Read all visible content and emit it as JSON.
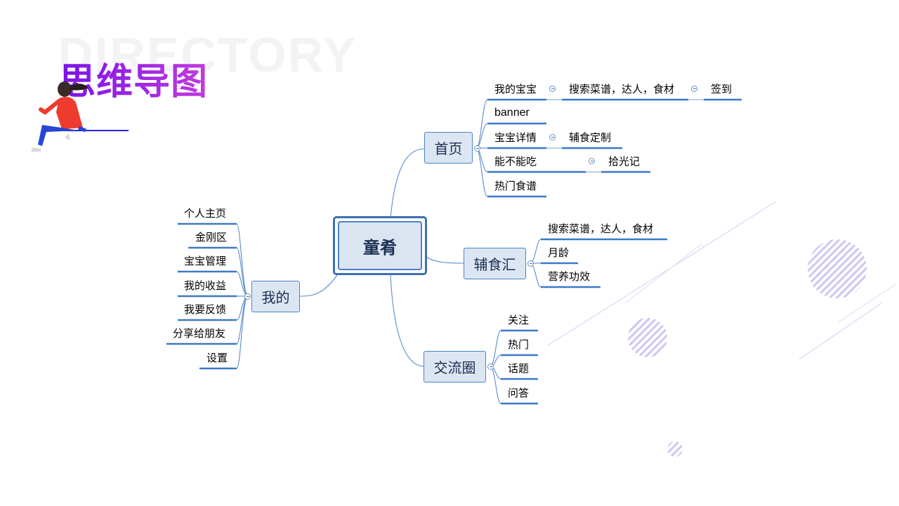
{
  "watermark": "DIRECTORY",
  "title": "思维导图",
  "central": "童肴",
  "branches": {
    "home": {
      "label": "首页",
      "items": [
        "我的宝宝",
        "banner",
        "宝宝详情",
        "能不能吃",
        "热门食谱"
      ],
      "sub_search": "搜索菜谱，达人，食材",
      "sub_signin": "签到",
      "sub_feeding": "辅食定制",
      "sub_memo": "拾光记"
    },
    "food": {
      "label": "辅食汇",
      "items": [
        "搜索菜谱，达人，食材",
        "月龄",
        "营养功效"
      ]
    },
    "circle": {
      "label": "交流圈",
      "items": [
        "关注",
        "热门",
        "话题",
        "问答"
      ]
    },
    "mine": {
      "label": "我的",
      "items": [
        "个人主页",
        "金刚区",
        "宝宝管理",
        "我的收益",
        "我要反馈",
        "分享给朋友",
        "设置"
      ]
    }
  },
  "colors": {
    "accent": "#4b82c4",
    "node_fill": "#dce6f2",
    "title_gradient": [
      "#7a12e6",
      "#c13be0"
    ],
    "deco": "#c9c2f0"
  }
}
